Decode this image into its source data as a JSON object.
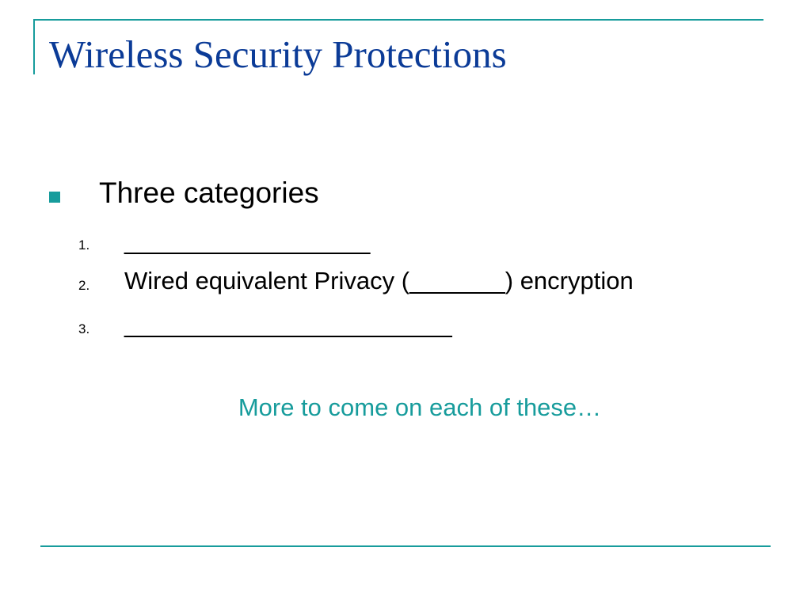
{
  "slide": {
    "title": "Wireless Security Protections",
    "bullet": {
      "text": "Three categories",
      "items": [
        {
          "number": "1.",
          "text": "__________________"
        },
        {
          "number": "2.",
          "text": "Wired equivalent Privacy (_______) encryption"
        },
        {
          "number": "3.",
          "text": "________________________"
        }
      ]
    },
    "note": "More to come on each of these…"
  },
  "colors": {
    "title": "#0b3b97",
    "accent": "#179c9c",
    "text": "#000000",
    "background": "#ffffff"
  },
  "icons": {
    "bullet": "square-bullet-icon"
  }
}
